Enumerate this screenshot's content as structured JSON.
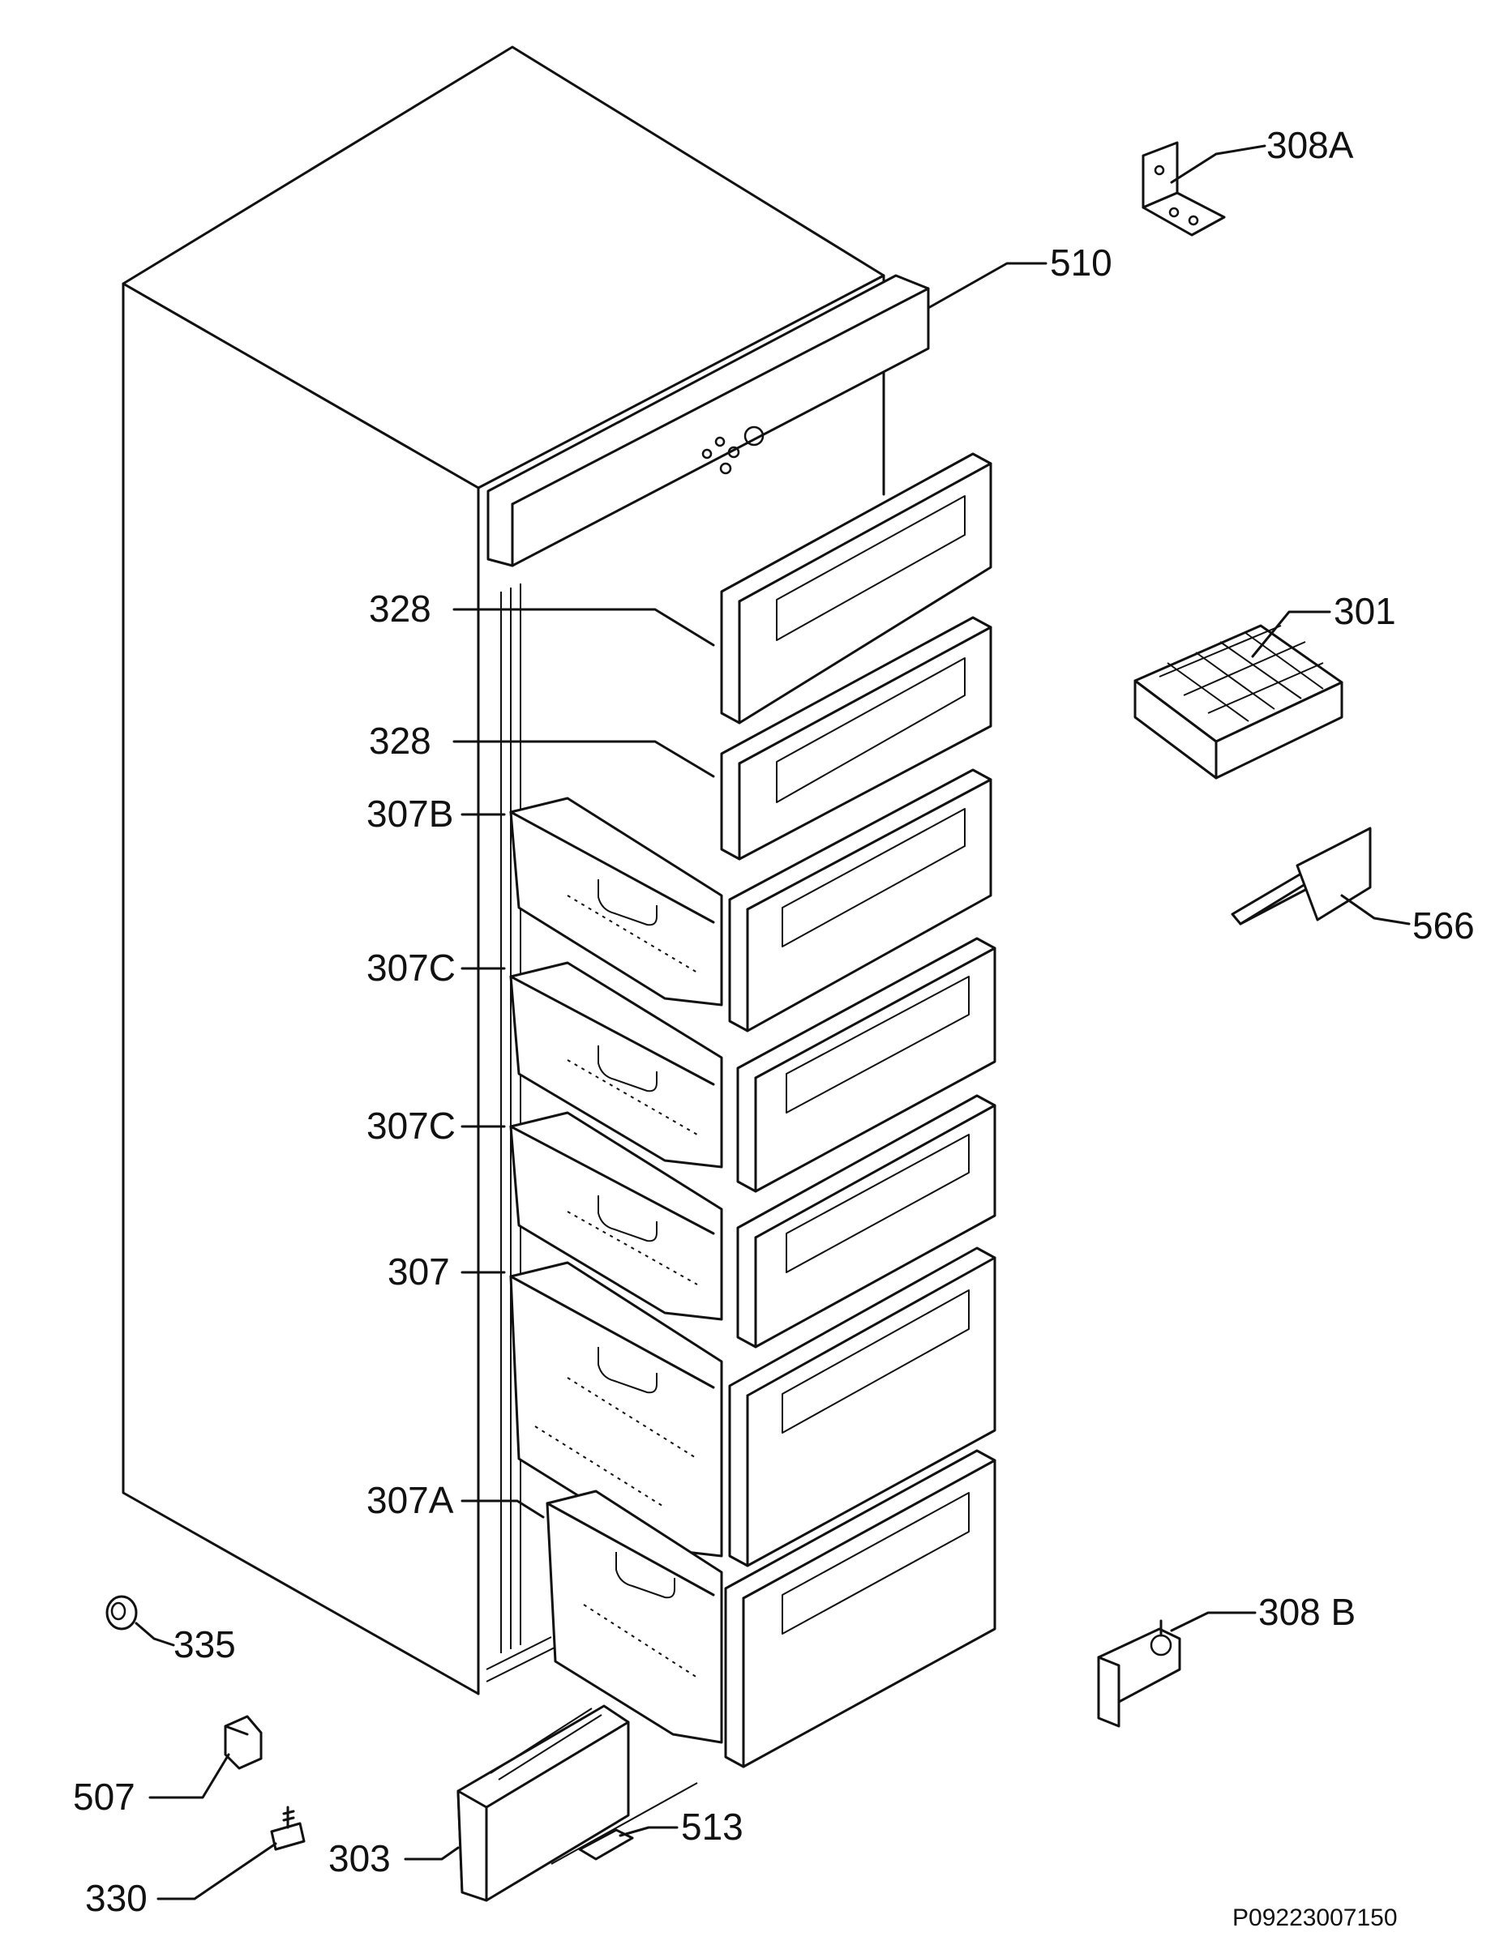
{
  "labels": {
    "p308a": "308A",
    "p510": "510",
    "p328a": "328",
    "p328b": "328",
    "p301": "301",
    "p307b": "307B",
    "p566": "566",
    "p307c_a": "307C",
    "p307c_b": "307C",
    "p307": "307",
    "p307a": "307A",
    "p308b": "308 B",
    "p335": "335",
    "p507": "507",
    "p513": "513",
    "p303": "303",
    "p330": "330"
  },
  "footer": {
    "code": "P09223007150"
  }
}
